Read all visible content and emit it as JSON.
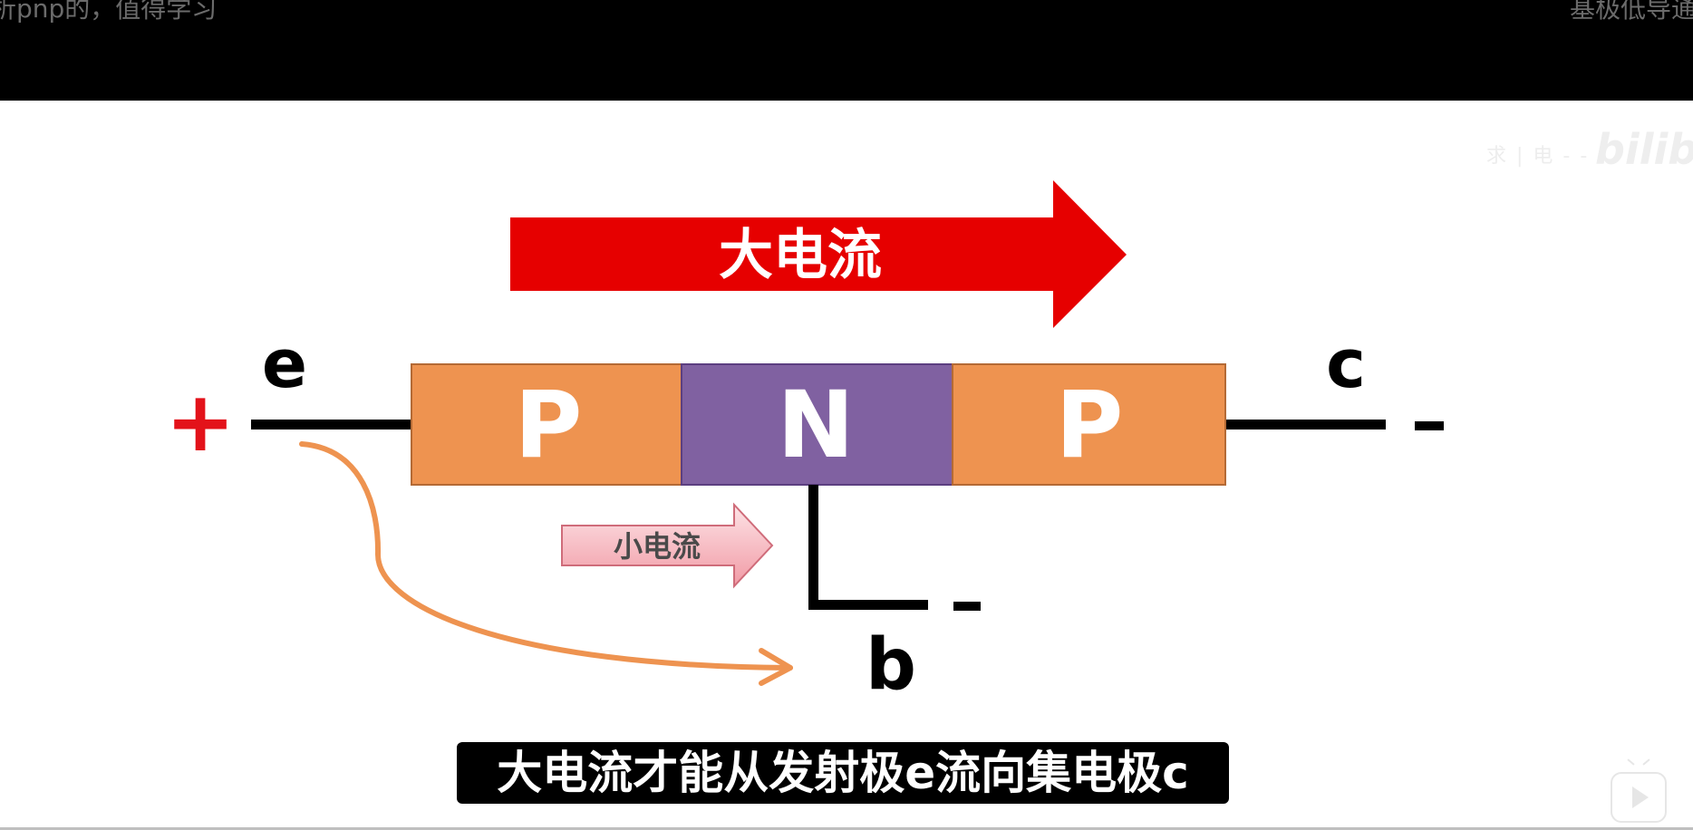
{
  "video": {
    "top_caption_left": "析pnp的，值得学习",
    "top_caption_right": "基极低导通",
    "watermark_text": "求 | 电 - -",
    "watermark_logo": "bilibili",
    "subtitle": "大电流才能从发射极e流向集电极c"
  },
  "diagram": {
    "big_current_label": "大电流",
    "small_current_label": "小电流",
    "regions": [
      "P",
      "N",
      "P"
    ],
    "terminals": {
      "emitter": "e",
      "collector": "c",
      "base": "b"
    },
    "signs": {
      "emitter": "+",
      "collector": "-",
      "base": "-"
    },
    "colors": {
      "p_region": "#ee9350",
      "n_region": "#8061a1",
      "big_arrow": "#e60000",
      "small_arrow": "#f4a3ad",
      "emitter_flow": "#ee9350",
      "plus_sign": "#e3121a"
    }
  }
}
